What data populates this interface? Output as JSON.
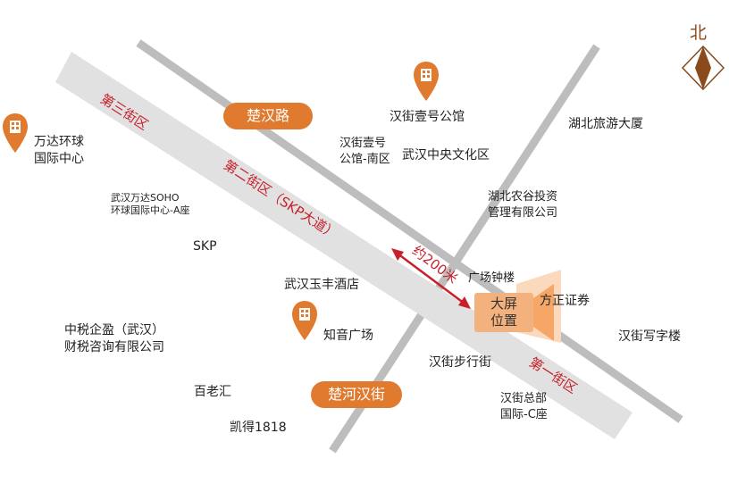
{
  "compass": {
    "label": "北",
    "icon": "compass-north-arrow-icon"
  },
  "roads": {
    "chuhan_road": "楚汉路",
    "chuhe_hanjie": "楚河汉街"
  },
  "zones": {
    "zone3": "第三街区",
    "zone2": "第二街区（SKP大道）",
    "zone1": "第一街区"
  },
  "distance": "约200米",
  "screen": {
    "label": "大屏\n位置"
  },
  "places": {
    "hanjie_1": "汉街壹号公馆",
    "hanjie_1_south": "汉街壹号\n公馆-南区",
    "central_culture": "武汉中央文化区",
    "hubei_tourism": "湖北旅游大厦",
    "wanda_center": "万达环球\n国际中心",
    "wanda_soho": "武汉万达SOHO\n环球国际中心-A座",
    "skp": "SKP",
    "hubei_agri": "湖北农谷投资\n管理有限公司",
    "clock_tower": "广场钟楼",
    "founder": "方正证券",
    "yufeng_hotel": "武汉玉丰酒店",
    "zhiyin": "知音广场",
    "zhongshui": "中税企盈（武汉）\n财税咨询有限公司",
    "pedestrian": "汉街步行街",
    "hanjie_office": "汉街写字楼",
    "bailaohui": "百老汇",
    "kaide": "凯得1818",
    "hq_c": "汉街总部\n国际-C座"
  },
  "colors": {
    "accent": "#e07a2f",
    "zone_text": "#c8202a",
    "street_band": "#e1e1e1",
    "road_line": "#bdbdbd",
    "screen_box": "#f3b27d",
    "compass": "#8a4a1c"
  },
  "pins": [
    "building-pin-icon",
    "building-pin-icon",
    "building-pin-icon"
  ]
}
